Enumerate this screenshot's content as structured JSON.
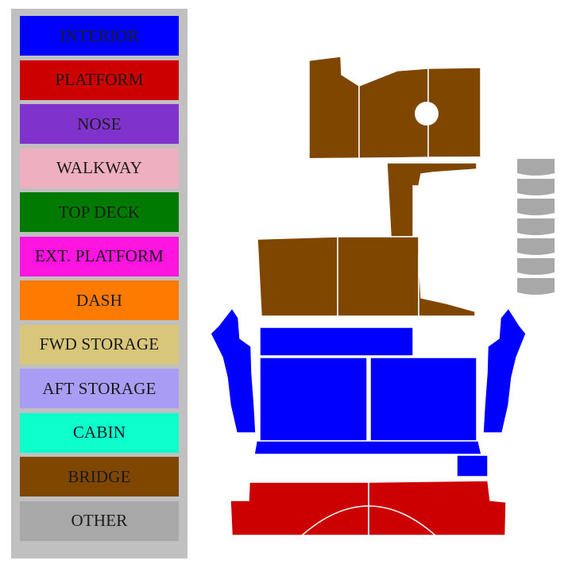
{
  "legend": {
    "items": [
      {
        "label": "INTERIOR",
        "color": "#0000ff"
      },
      {
        "label": "PLATFORM",
        "color": "#cc0000"
      },
      {
        "label": "NOSE",
        "color": "#8033cc"
      },
      {
        "label": "WALKWAY",
        "color": "#eeafc0"
      },
      {
        "label": "TOP DECK",
        "color": "#007a00"
      },
      {
        "label": "EXT. PLATFORM",
        "color": "#ff14e0"
      },
      {
        "label": "DASH",
        "color": "#ff7a00"
      },
      {
        "label": "FWD STORAGE",
        "color": "#d8c67a"
      },
      {
        "label": "AFT STORAGE",
        "color": "#a89cf4"
      },
      {
        "label": "CABIN",
        "color": "#0dffcc"
      },
      {
        "label": "BRIDGE",
        "color": "#7f4600"
      },
      {
        "label": "OTHER",
        "color": "#a8a8a8"
      }
    ]
  },
  "colors": {
    "bridge": "#7f4600",
    "interior": "#0000ff",
    "platform": "#cc0000",
    "other": "#a8a8a8",
    "seam": "#ffffff"
  }
}
